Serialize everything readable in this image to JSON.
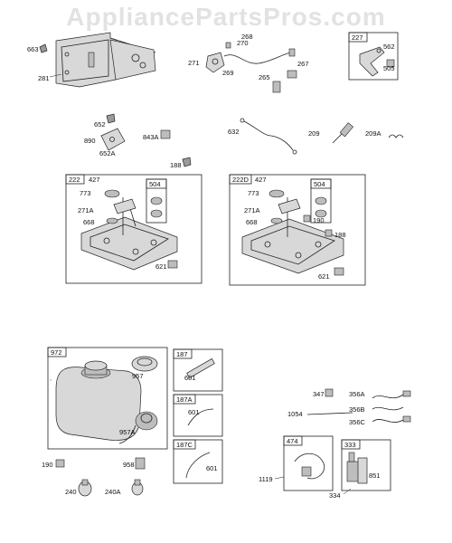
{
  "watermark": "AppliancePartsPros.com",
  "labels": {
    "p663": "663",
    "p281": "281",
    "p270": "270",
    "p268": "268",
    "p271": "271",
    "p269": "269",
    "p267": "267",
    "p265": "265",
    "p227": "227",
    "p562": "562",
    "p505": "505",
    "p652": "652",
    "p890": "890",
    "p652A": "652A",
    "p843A": "843A",
    "p188a": "188",
    "p632": "632",
    "p209": "209",
    "p209A": "209A",
    "b222": "222",
    "p427a": "427",
    "p773a": "773",
    "p504a": "504",
    "p271Aa": "271A",
    "p668a": "668",
    "p621a": "621",
    "b222D": "222D",
    "p427b": "427",
    "p773b": "773",
    "p504b": "504",
    "p271Ab": "271A",
    "p668b": "668",
    "p190a": "190",
    "p188b": "188",
    "p621b": "621",
    "b972": "972",
    "p957": "957",
    "p957A": "957A",
    "b187": "187",
    "p601a": "601",
    "b187A": "187A",
    "p601b": "601",
    "b187C": "187C",
    "p601c": "601",
    "p190b": "190",
    "p958": "958",
    "p240": "240",
    "p240A": "240A",
    "p347": "347",
    "p356A": "356A",
    "p1054": "1054",
    "p356B": "356B",
    "p356C": "356C",
    "b474": "474",
    "b333": "333",
    "p851": "851",
    "p1119": "1119",
    "p334": "334"
  }
}
